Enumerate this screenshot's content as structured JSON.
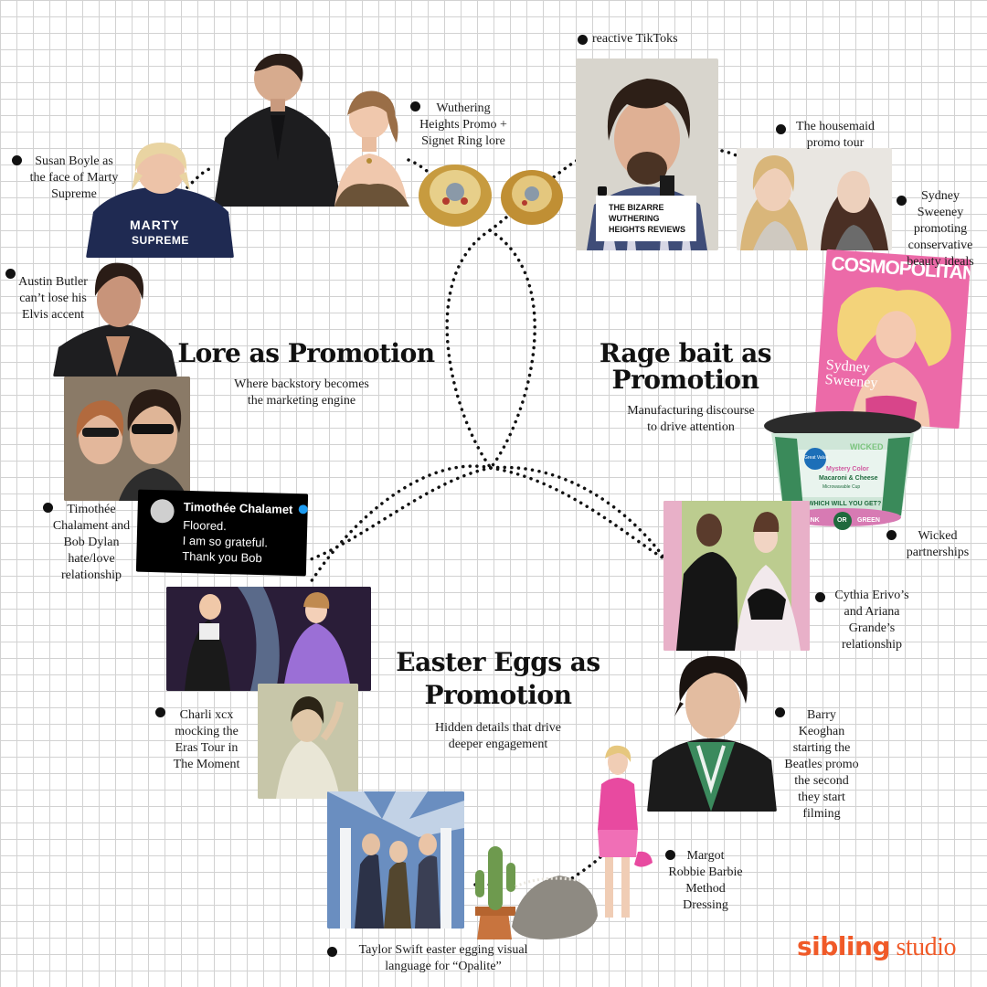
{
  "sections": {
    "lore": {
      "title": "Lore as Promotion",
      "subtitle_lines": [
        "Where backstory becomes",
        "the marketing engine"
      ]
    },
    "rage": {
      "title_lines": [
        "Rage bait as",
        "Promotion"
      ],
      "subtitle_lines": [
        "Manufacturing discourse",
        "to drive attention"
      ]
    },
    "easter": {
      "title_lines": [
        "Easter Eggs as",
        "Promotion"
      ],
      "subtitle_lines": [
        "Hidden details that drive",
        "deeper engagement"
      ]
    }
  },
  "labels": {
    "susan_boyle": [
      "Susan Boyle as",
      "the face of Marty",
      "Supreme"
    ],
    "wuthering_heights": [
      "Wuthering",
      "Heights Promo +",
      "Signet Ring lore"
    ],
    "tiktoks": [
      "reactive TikToks"
    ],
    "housemaid": [
      "The housemaid",
      "promo tour"
    ],
    "sydney_sweeney": [
      "Sydney",
      "Sweeney",
      "promoting",
      "conservative",
      "beauty ideals"
    ],
    "austin_butler": [
      "Austin Butler",
      "can’t lose his",
      "Elvis accent"
    ],
    "timothee": [
      "Timothée",
      "Chalament and",
      "Bob Dylan",
      "hate/love",
      "relationship"
    ],
    "wicked": [
      "Wicked",
      "partnerships"
    ],
    "cynthia": [
      "Cythia Erivo’s",
      "and Ariana",
      "Grande’s",
      "relationship"
    ],
    "charli": [
      "Charli xcx",
      "mocking the",
      "Eras Tour in",
      "The Moment"
    ],
    "barry": [
      "Barry",
      "Keoghan",
      "starting the",
      "Beatles promo",
      "the second",
      "they start",
      "filming"
    ],
    "margot": [
      "Margot",
      "Robbie Barbie",
      "Method",
      "Dressing"
    ],
    "taylor": [
      "Taylor Swift easter egging visual",
      "language for “Opalite”"
    ]
  },
  "images": {
    "tiktok_caption": [
      "THE BIZARRE",
      "WUTHERING",
      "HEIGHTS REVIEWS"
    ],
    "cosmo_masthead": "COSMOPOLITAN",
    "cosmo_name": [
      "Sydney",
      "Sweeney"
    ],
    "marty_hoodie": [
      "MARTY",
      "SUPREME"
    ],
    "tweet": {
      "author": "Timothée Chalamet",
      "lines": [
        "Floored.",
        "I am so grateful.",
        "Thank you Bob"
      ]
    },
    "cup": {
      "brand": "Great Value",
      "lid": "WICKED",
      "line1": "Mystery Color",
      "line2": "Macaroni & Cheese",
      "line3": "Microwavable Cup",
      "question": "WHICH WILL YOU GET?",
      "pink": "PINK",
      "or": "OR",
      "green": "GREEN"
    }
  },
  "brand": {
    "part1": "sibling",
    "part2": " studio"
  },
  "colors": {
    "brand": "#f05a28",
    "grid": "#d2d2d2",
    "ink": "#111111"
  }
}
